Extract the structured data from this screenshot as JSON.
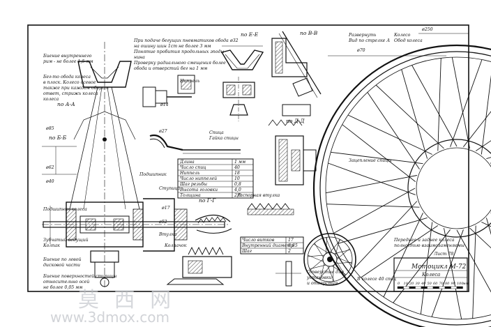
{
  "sheet": {
    "sheet_label": "Лист 78",
    "title_block": {
      "model": "Мотоцикл М-72",
      "part": "Колеса",
      "scale_numbers": [
        "0",
        "10",
        "20",
        "30",
        "40",
        "50",
        "60",
        "70",
        "80",
        "90",
        "100",
        "мм"
      ]
    }
  },
  "notes": {
    "top_center": [
      "При подаче бегущих пневматиков обода",
      "на ошину шин 1ст не более 3 мм",
      "Понятие пробития продольных эподы-",
      "нина",
      "Проверку радиального смещения более",
      "обода и отверстий бег на 1 мм"
    ],
    "wheel_caption": [
      "Переднее и заднее колеса",
      "полностью взаимозаменяемы"
    ],
    "spokes": "В колесе 40 спиц",
    "left_top": [
      "Биение внутреннего",
      "рим - не более 1,5 мм"
    ],
    "left_upper": [
      "Бег-то обода колеса",
      "в плоск. Колесо осевое",
      "также при каждом оборот",
      "ответ, стрижь колеса",
      "колеса"
    ],
    "sections": [
      "по А-А",
      "по Б-Б",
      "по В-В",
      "по Г-Г",
      "по Е-Е",
      "по Д-Д"
    ],
    "left_lower": [
      "Подшипник колеса",
      "Зубчатый ведущий",
      "Колпак",
      "Биение по левой",
      "дисковой части"
    ],
    "left_bottom": [
      "Биение поверхностей ступицы",
      "относительно осей",
      "не более 0,05 мм"
    ],
    "center_labels": [
      "Ниппель",
      "Спица",
      "Гайка спицы",
      "Подшипник",
      "Ступица",
      "Втулка",
      "Распорная втулка",
      "Колпачок"
    ],
    "spoke_table": [
      [
        "Длина",
        "1 мм"
      ],
      [
        "Число спиц",
        "40"
      ],
      [
        "Ниппель",
        "18"
      ],
      [
        "Число ниппелей",
        "10"
      ],
      [
        "Шаг резьбы",
        "0,8"
      ],
      [
        "Высота головки",
        "4,0"
      ],
      [
        "Толщина",
        "2,0"
      ]
    ],
    "lower_table": [
      [
        "Число витков",
        "17"
      ],
      [
        "Внутренний диаметр",
        "8,85"
      ],
      [
        "Шаг",
        "2"
      ]
    ],
    "right_notes": [
      "Развернуть",
      "Вид по стрелке А",
      "Колесо",
      "Обод колеса",
      "Зацепление спицы"
    ],
    "bottom_center_notes": [
      "Отверстие для",
      "установки",
      "и отверстия"
    ],
    "dims": [
      "ø70",
      "ø250",
      "ø85",
      "ø62",
      "ø40",
      "ø14",
      "ø32",
      "ø27",
      "ø17",
      "ø52"
    ]
  },
  "watermark": {
    "chars": "莫 西 网",
    "url": "www.3dmox.com"
  }
}
